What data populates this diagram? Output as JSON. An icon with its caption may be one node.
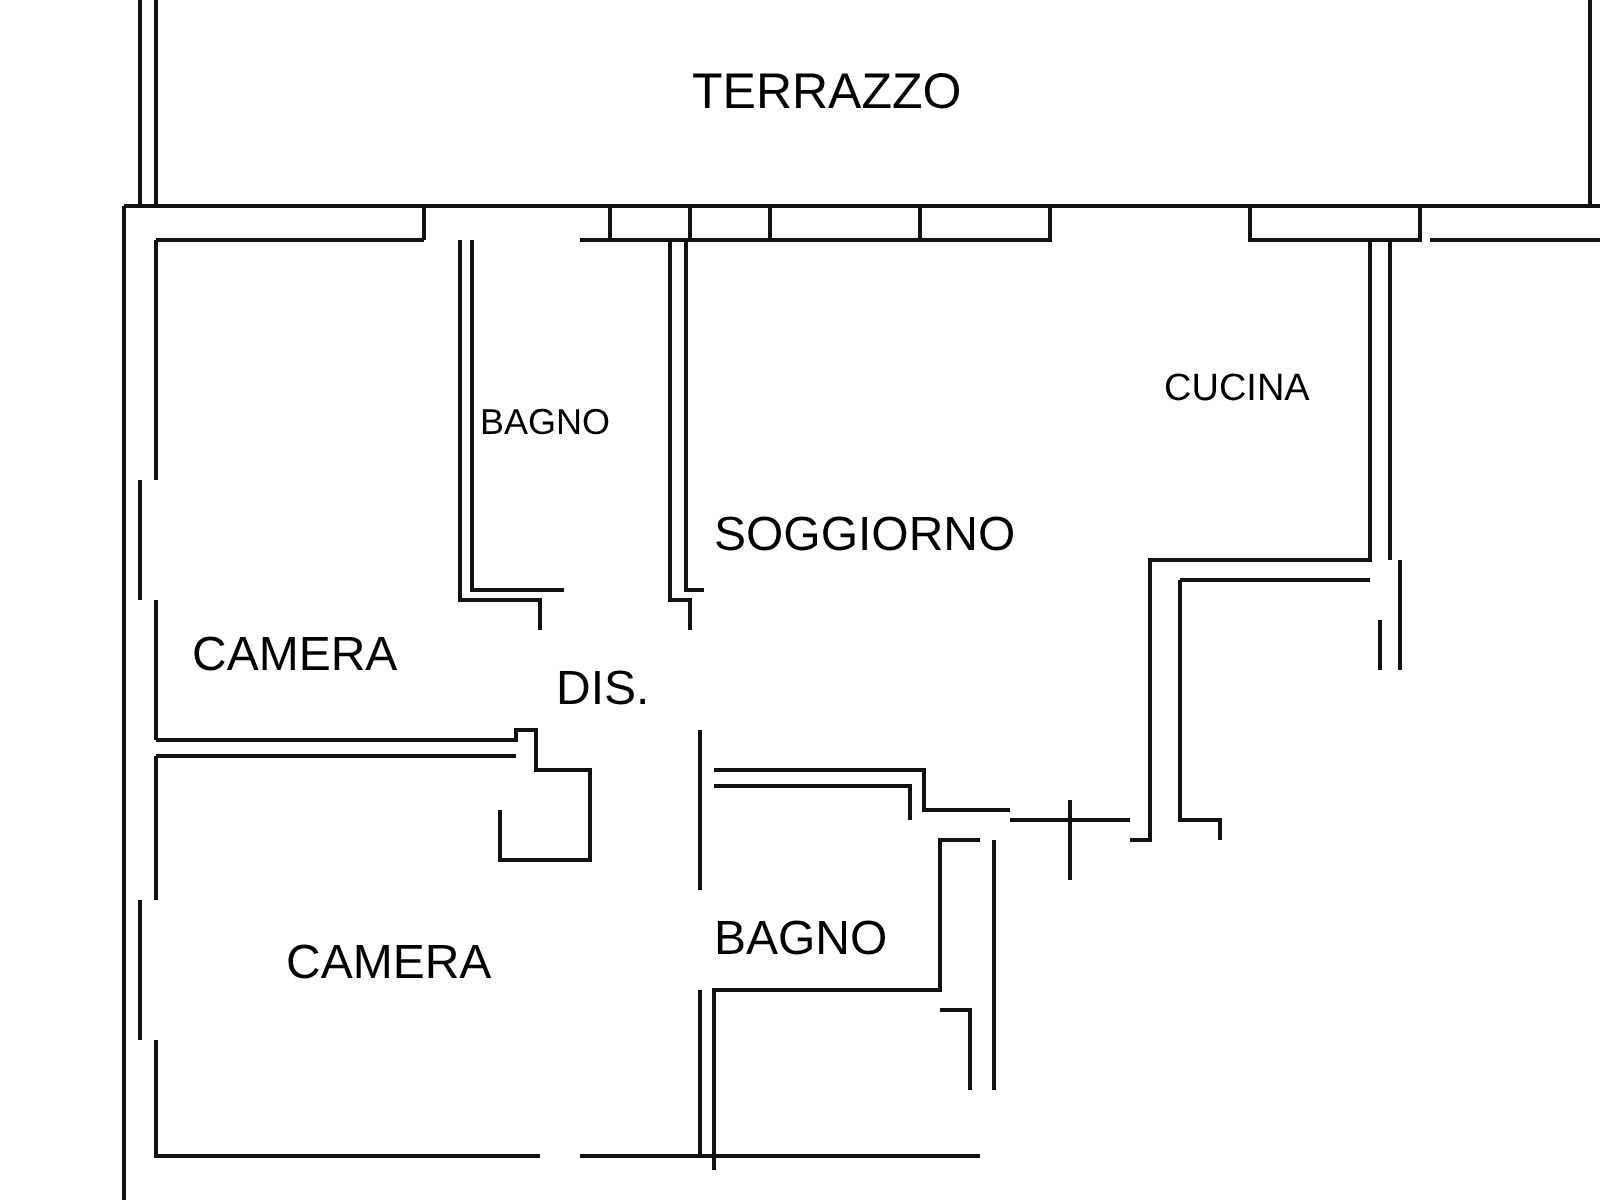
{
  "diagram": {
    "labels": [
      "TERRAZZO",
      "BAGNO",
      "CUCINA",
      "SOGGIORNO",
      "CAMERA",
      "DIS.",
      "CAMERA",
      "BAGNO"
    ]
  }
}
